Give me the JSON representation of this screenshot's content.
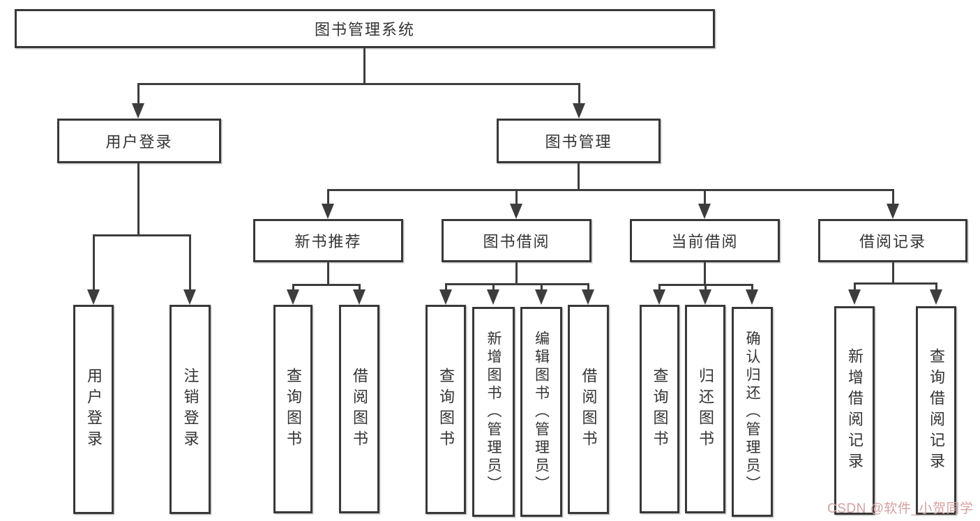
{
  "tree": {
    "root": "图书管理系统",
    "children": [
      {
        "label": "用户登录",
        "children": [
          "用户登录",
          "注销登录"
        ]
      },
      {
        "label": "图书管理",
        "children": [
          {
            "label": "新书推荐",
            "children": [
              "查询图书",
              "借阅图书"
            ]
          },
          {
            "label": "图书借阅",
            "children": [
              "查询图书",
              "新增图书（管理员）",
              "编辑图书（管理员）",
              "借阅图书"
            ]
          },
          {
            "label": "当前借阅",
            "children": [
              "查询图书",
              "归还图书",
              "确认归还（管理员）"
            ]
          },
          {
            "label": "借阅记录",
            "children": [
              "新增借阅记录",
              "查询借阅记录"
            ]
          }
        ]
      }
    ]
  },
  "watermark": {
    "text": "CSDN @软件_小贺同学",
    "color": "#d6a0a0"
  },
  "colors": {
    "line": "#3d3d3d",
    "box_border": "#383838",
    "text": "#333333",
    "background": "#ffffff"
  }
}
